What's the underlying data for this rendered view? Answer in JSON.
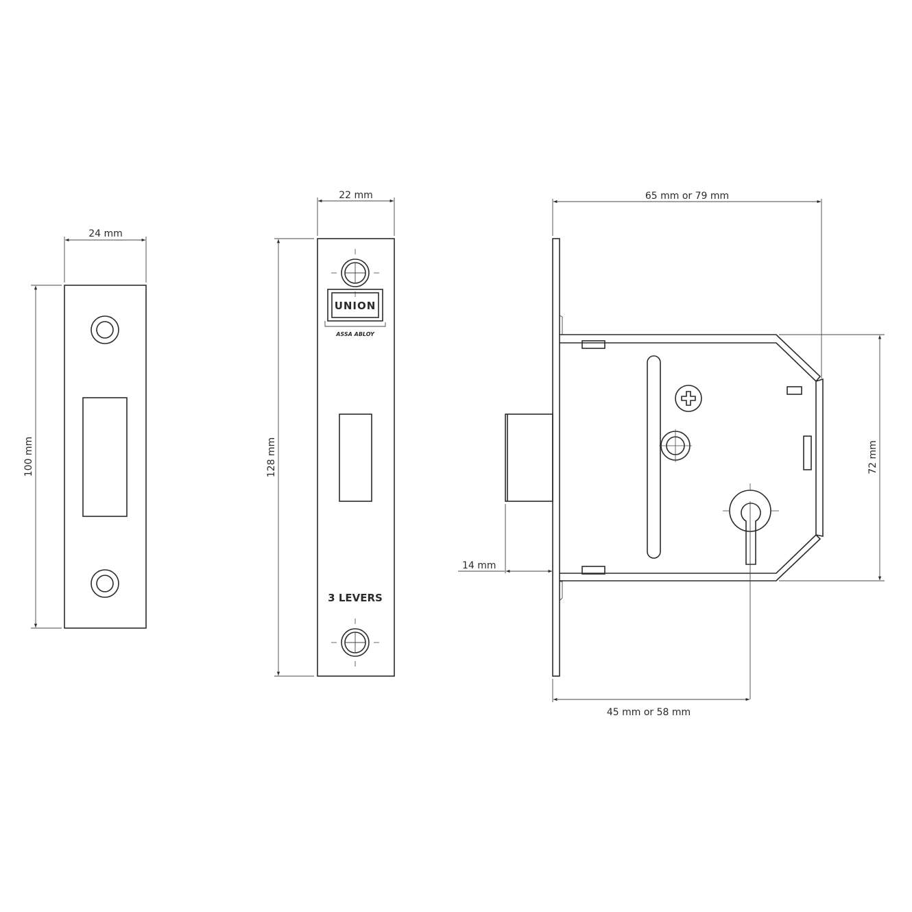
{
  "strike_plate": {
    "width_label": "24 mm",
    "height_label": "100 mm"
  },
  "forend": {
    "width_label": "22 mm",
    "height_label": "128 mm",
    "logo": {
      "brand": "UNION",
      "sub_brand": "ASSA ABLOY"
    },
    "levers_label": "3 LEVERS"
  },
  "lock_body": {
    "case_depth_label": "65 mm or 79 mm",
    "case_height_label": "72 mm",
    "bolt_throw_label": "14 mm",
    "backset_label": "45 mm or 58 mm"
  },
  "colors": {
    "line": "#2a2a2a",
    "background": "#ffffff"
  }
}
